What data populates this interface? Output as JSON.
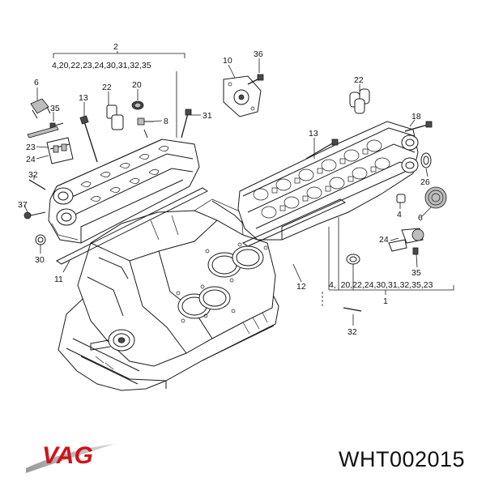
{
  "callouts": {
    "c2": "2",
    "c2_list": "4,20,22,23,24,30,31,32,35",
    "c6a": "6",
    "c35a": "35",
    "c13a": "13",
    "c22a": "22",
    "c20a": "20",
    "c8": "8",
    "c31": "31",
    "c23a": "23",
    "c24a": "24",
    "c32a": "32",
    "c37": "37",
    "c30": "30",
    "c11": "11",
    "c10": "10",
    "c36": "36",
    "c22b": "22",
    "c13b": "13",
    "c18": "18",
    "c26": "26",
    "c4": "4",
    "c6b": "6",
    "c24b": "24",
    "c35b": "35",
    "c12": "12",
    "c1_list": "4,  20,22,24,30,31,32,35,23",
    "c1": "1",
    "c32b": "32"
  },
  "brand": {
    "logo_text": "VAG",
    "logo_color": "#d0121b",
    "part_number": "WHT002015"
  }
}
